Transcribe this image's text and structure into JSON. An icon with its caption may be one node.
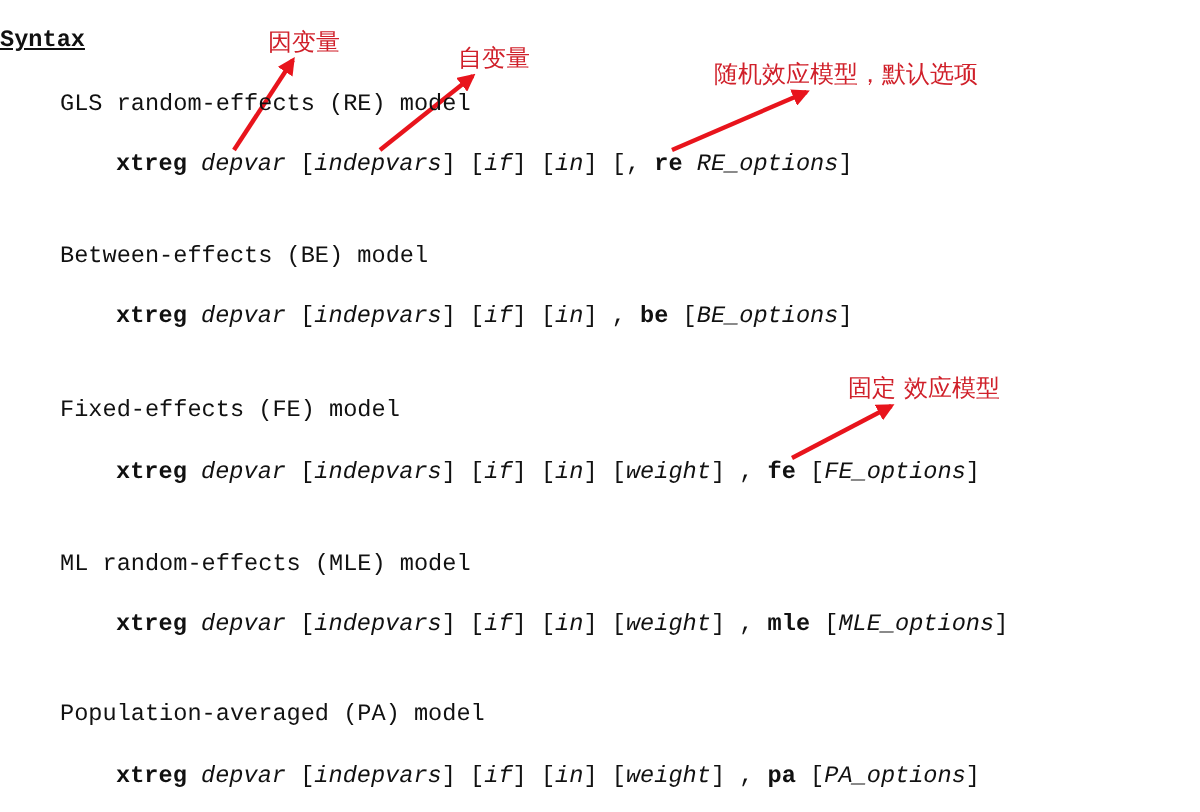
{
  "diagram": {
    "title": "Syntax",
    "nodes": [
      {
        "text": [
          "因变量"
        ]
      },
      {
        "text": [
          "自变量"
        ]
      },
      {
        "text": [
          "随机效应模型，默认选项"
        ]
      },
      {
        "text": [
          "**xtreg** *depvar* [*indepvars*] [*if*] [*in*] [, **re** *RE_options*]"
        ]
      },
      {
        "text": [
          "固定 效应模型"
        ]
      },
      {
        "text": [
          "**xtreg** *depvar* [*indepvars*] [*if*] [*in*] [*weight*] , **fe** [*FE_options*]"
        ]
      }
    ],
    "edges": [
      {
        "from": 3,
        "to": 0,
        "arrow": "to",
        "color": "#e8141c"
      },
      {
        "from": 3,
        "to": 1,
        "arrow": "to",
        "color": "#e8141c"
      },
      {
        "from": 3,
        "to": 2,
        "arrow": "to",
        "color": "#e8141c"
      },
      {
        "from": 5,
        "to": 4,
        "arrow": "to",
        "color": "#e8141c"
      }
    ],
    "labels": [
      "GLS random-effects (RE) model",
      "Between-effects (BE) model",
      "**xtreg** *depvar* [*indepvars*] [*if*] [*in*] , **be** [*BE_options*]",
      "Fixed-effects (FE) model",
      "ML random-effects (MLE) model",
      "**xtreg** *depvar* [*indepvars*] [*if*] [*in*] [*weight*] , **mle** [*MLE_options*]",
      "Population-averaged (PA) model",
      "**xtreg** *depvar* [*indepvars*] [*if*] [*in*] [*weight*] , **pa** [*PA_options*]"
    ]
  }
}
